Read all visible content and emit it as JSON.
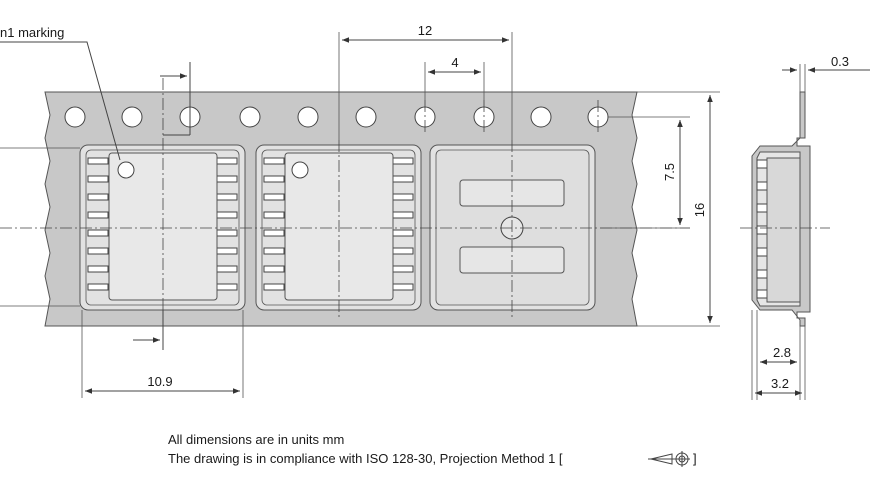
{
  "labels": {
    "pin_marking": "n1 marking",
    "dim_pitch": "12",
    "dim_hole_pitch": "4",
    "dim_half_width": "7.5",
    "dim_width": "16",
    "dim_thickness": "0.3",
    "dim_cavity_width": "10.9",
    "dim_cavity_depth": "2.8",
    "dim_total_depth": "3.2"
  },
  "notes": {
    "units": "All dimensions are in units mm",
    "compliance": "The drawing is in compliance with ISO 128-30, Projection Method 1 [",
    "compliance_end": "]"
  },
  "colors": {
    "tape": "#c8c8c8",
    "pocket": "#e2e2e2",
    "line": "#444444"
  }
}
